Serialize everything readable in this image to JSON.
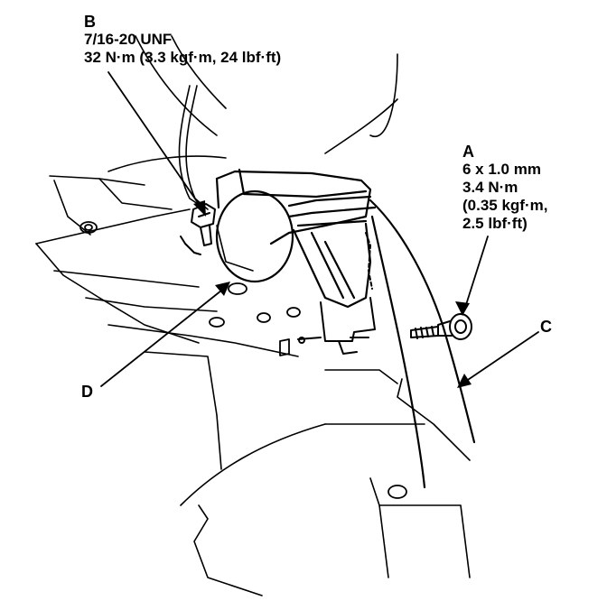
{
  "callouts": {
    "b": {
      "letter": "B",
      "line1": "7/16-20 UNF",
      "line2": "32 N·m (3.3 kgf·m, 24 lbf·ft)"
    },
    "a": {
      "letter": "A",
      "line1": "6 x 1.0 mm",
      "line2": "3.4 N·m",
      "line3": "(0.35 kgf·m,",
      "line4": "2.5 lbf·ft)"
    },
    "c": {
      "letter": "C"
    },
    "d": {
      "letter": "D"
    }
  },
  "colors": {
    "ink": "#000000",
    "background": "#ffffff"
  }
}
